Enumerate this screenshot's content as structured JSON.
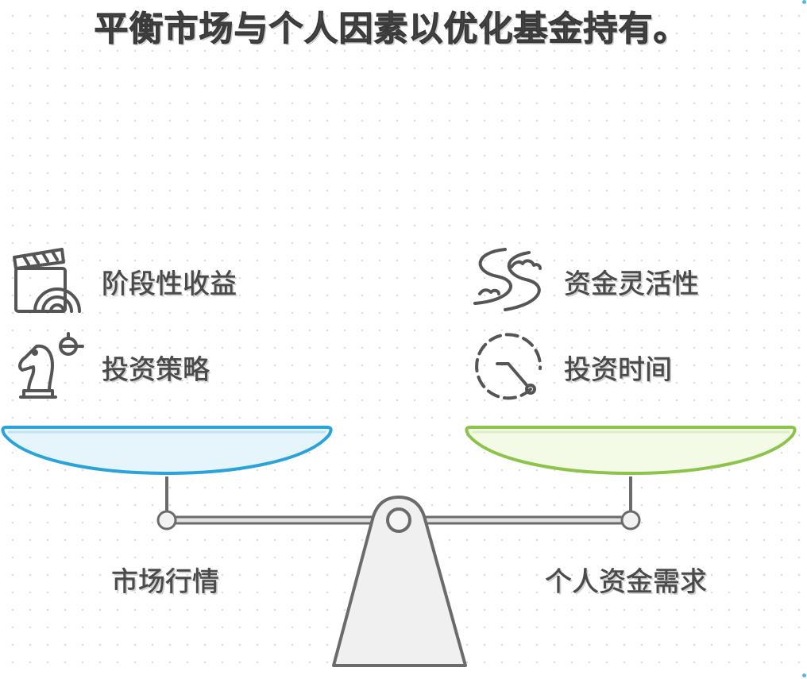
{
  "title": "平衡市场与个人因素以优化基金持有。",
  "left": {
    "items": [
      {
        "label": "阶段性收益",
        "icon": "clapperboard-rainbow-icon"
      },
      {
        "label": "投资策略",
        "icon": "chess-knight-icon"
      }
    ],
    "base_label": "市场行情",
    "color": "#29a3d9",
    "fill": "#e6f5fc"
  },
  "right": {
    "items": [
      {
        "label": "资金灵活性",
        "icon": "river-icon"
      },
      {
        "label": "投资时间",
        "icon": "clock-icon"
      }
    ],
    "base_label": "个人资金需求",
    "color": "#8cc34b",
    "fill": "#f3fbe6"
  }
}
